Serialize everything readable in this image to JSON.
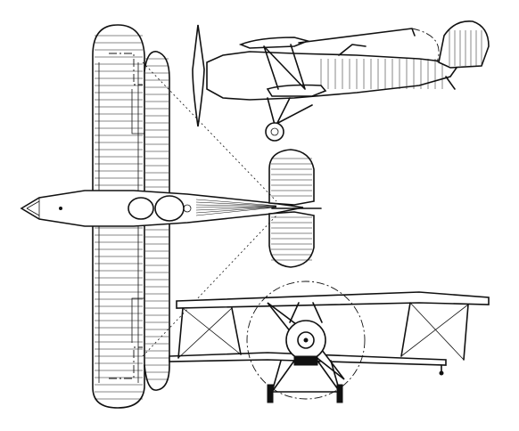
{
  "drawing": {
    "views": [
      "side-elevation",
      "plan",
      "front-elevation"
    ],
    "line_color": "#111111",
    "background": "#ffffff"
  }
}
